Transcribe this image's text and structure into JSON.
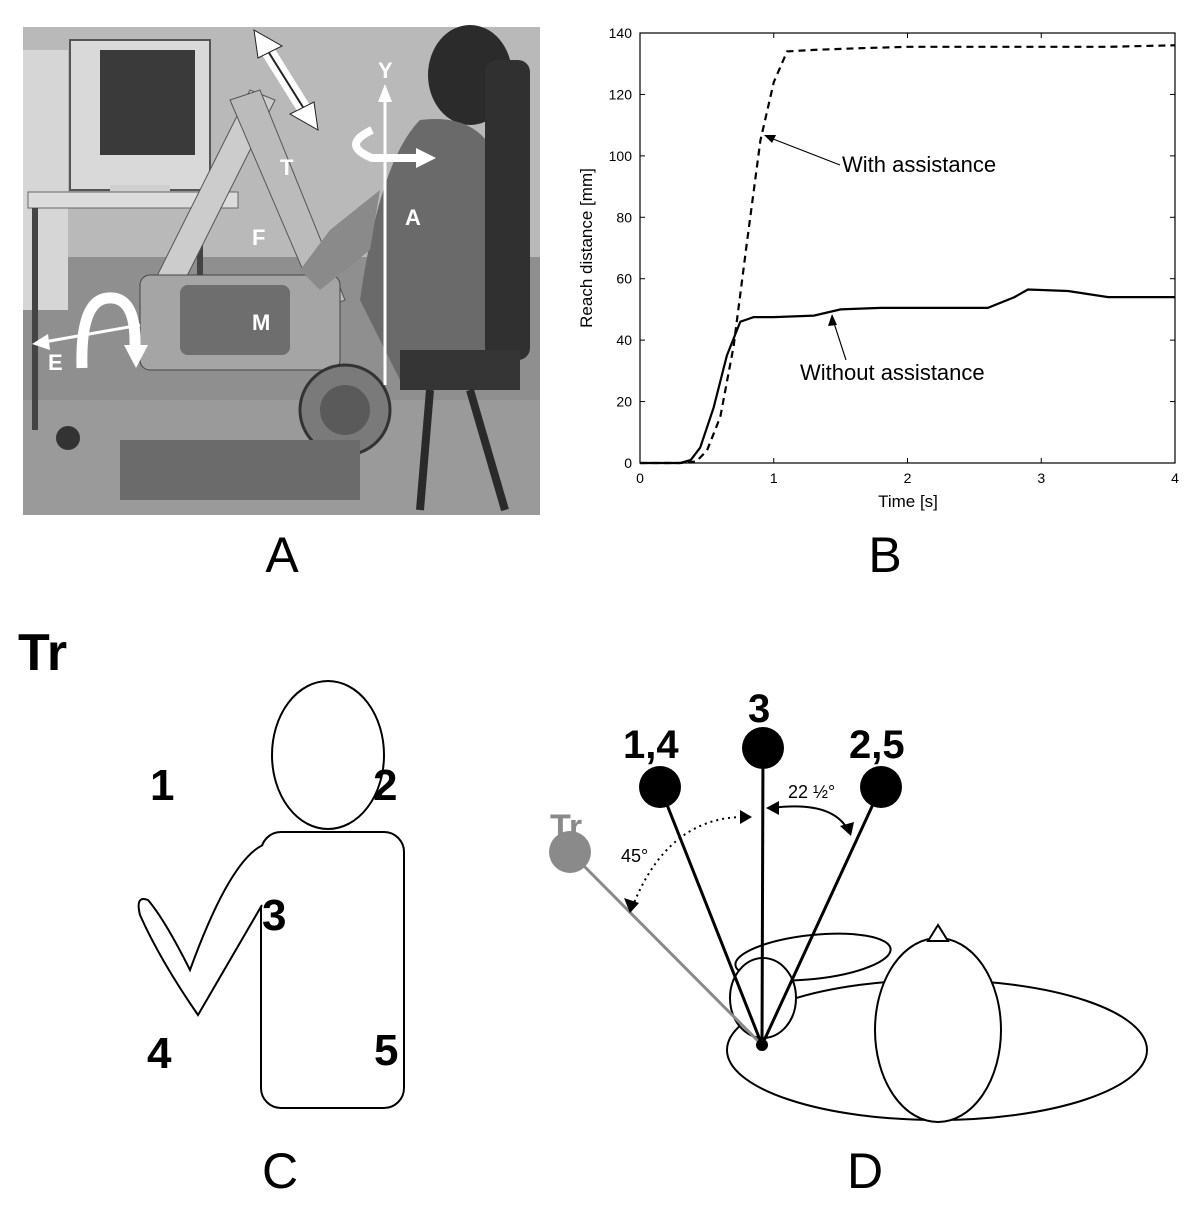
{
  "panels": {
    "a": {
      "letter": "A"
    },
    "b": {
      "letter": "B"
    },
    "c": {
      "letter": "C"
    },
    "d": {
      "letter": "D"
    }
  },
  "photo": {
    "labels": {
      "y": "Y",
      "t": "T",
      "f": "F",
      "a": "A",
      "m": "M",
      "e": "E"
    }
  },
  "chart_data": {
    "type": "line",
    "xlabel": "Time [s]",
    "ylabel": "Reach distance [mm]",
    "xlim": [
      0,
      4
    ],
    "ylim": [
      0,
      140
    ],
    "xticks": [
      0,
      1,
      2,
      3,
      4
    ],
    "yticks": [
      0,
      20,
      40,
      60,
      80,
      100,
      120,
      140
    ],
    "grid": false,
    "series": [
      {
        "name": "With assistance",
        "style": "dashed",
        "x": [
          0,
          0.3,
          0.42,
          0.5,
          0.6,
          0.7,
          0.8,
          0.9,
          1.0,
          1.1,
          1.3,
          1.6,
          2.0,
          2.5,
          3.0,
          3.5,
          4.0
        ],
        "y": [
          0,
          0,
          0.5,
          4,
          15,
          38,
          72,
          105,
          124,
          134,
          134.5,
          135,
          135.5,
          135.5,
          135.5,
          135.5,
          136
        ]
      },
      {
        "name": "Without assistance",
        "style": "solid",
        "x": [
          0,
          0.3,
          0.38,
          0.45,
          0.55,
          0.65,
          0.75,
          0.85,
          1.0,
          1.3,
          1.5,
          1.8,
          2.0,
          2.6,
          2.8,
          2.9,
          3.2,
          3.5,
          4.0
        ],
        "y": [
          0,
          0,
          1,
          5,
          18,
          35,
          46,
          47.5,
          47.5,
          48,
          50,
          50.5,
          50.5,
          50.5,
          54,
          56.5,
          56,
          54,
          54
        ]
      }
    ],
    "annotations": [
      {
        "text": "With assistance",
        "points_to": [
          0.95,
          107
        ]
      },
      {
        "text": "Without assistance",
        "points_to": [
          1.4,
          48
        ]
      }
    ]
  },
  "diagram_c": {
    "title": "Tr",
    "targets": [
      "1",
      "2",
      "3",
      "4",
      "5"
    ]
  },
  "diagram_d": {
    "targets": [
      "1,4",
      "3",
      "2,5"
    ],
    "tr_label": "Tr",
    "angle_45": "45°",
    "angle_22": "22 ½°",
    "tr_color": "#8a8a8a"
  }
}
